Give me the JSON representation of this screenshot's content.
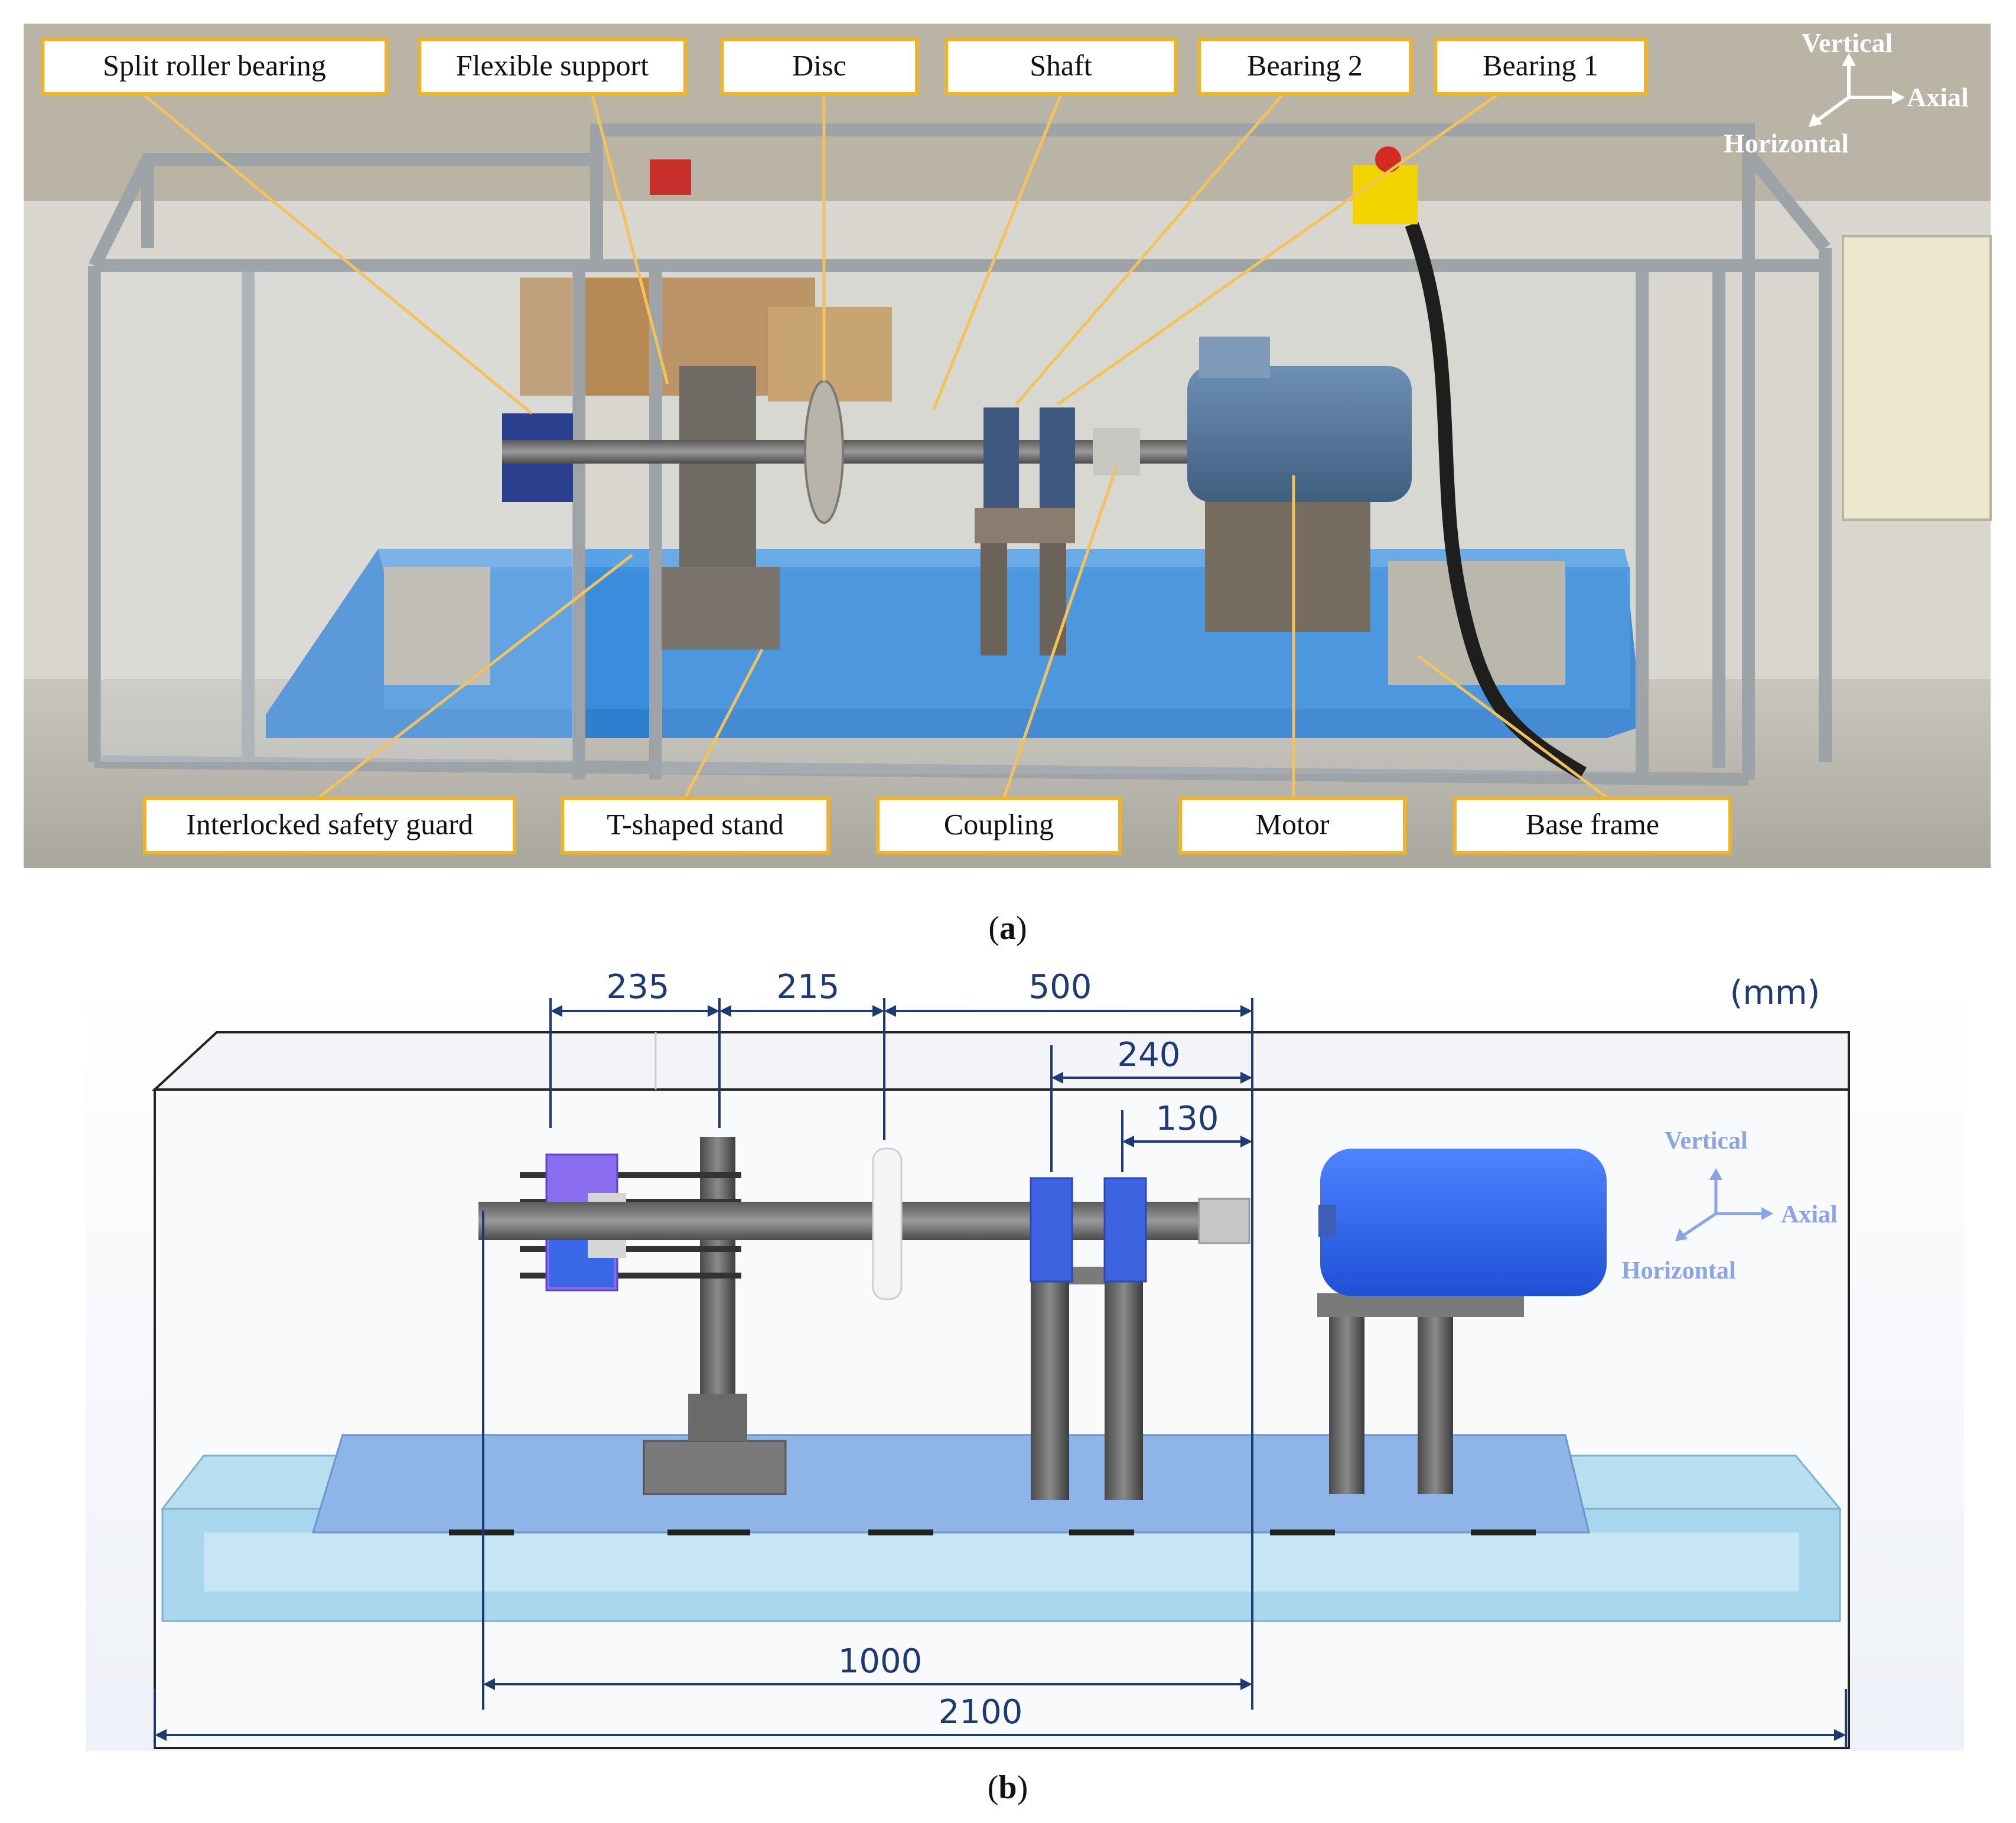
{
  "panel_a": {
    "labels_top": {
      "split_roller_bearing": "Split roller bearing",
      "flexible_support": "Flexible support",
      "disc": "Disc",
      "shaft": "Shaft",
      "bearing_2": "Bearing 2",
      "bearing_1": "Bearing 1"
    },
    "labels_bottom": {
      "interlocked_safety_guard": "Interlocked safety guard",
      "t_shaped_stand": "T-shaped stand",
      "coupling": "Coupling",
      "motor": "Motor",
      "base_frame": "Base frame"
    },
    "axes": {
      "vertical": "Vertical",
      "axial": "Axial",
      "horizontal": "Horizontal"
    },
    "caption": {
      "open": "(",
      "letter": "a",
      "close": ")"
    }
  },
  "panel_b": {
    "unit": "(mm)",
    "dimensions": {
      "d235": "235",
      "d215": "215",
      "d500": "500",
      "d240": "240",
      "d130": "130",
      "d1000": "1000",
      "d2100": "2100"
    },
    "axes": {
      "vertical": "Vertical",
      "axial": "Axial",
      "horizontal": "Horizontal"
    },
    "caption": {
      "open": "(",
      "letter": "b",
      "close": ")"
    }
  },
  "colors": {
    "label_border": "#f0b429",
    "leader": "#f3c25a",
    "base_blue": "#3d8fd6",
    "dimension": "#1d3a73",
    "motor_blue": "#2f6bf0",
    "bearing_blue": "#3e63e0"
  }
}
